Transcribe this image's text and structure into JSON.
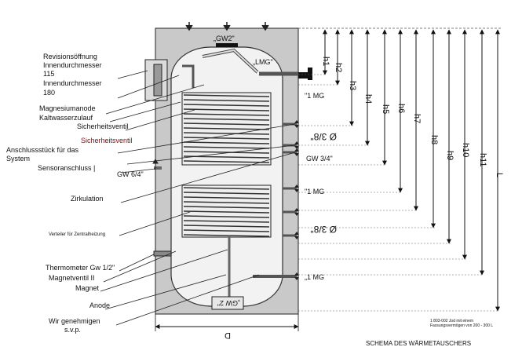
{
  "labels": {
    "revision": "Revisionsöffnung",
    "inner_diam": "Innendurchmesser",
    "val115": "115",
    "inner_diam2": "Innendurchmesser",
    "val180": "180",
    "mg_anode": "Magnesiumanode",
    "cold_water": "Kaltwasserzulauf",
    "safety_valve": "Sicherheitsventil",
    "safety_valve2": "Sicherheitsventil",
    "connector1": "Anschlussstück für das",
    "connector2": "System",
    "sensor": "Sensoranschluss |",
    "zirkulation": "Zirkulation",
    "verteiler": "Verteiler für Zentralheizung",
    "thermometer": "Thermometer Gw 1/2\"",
    "magnetventil": "Magnetventil II",
    "magnet": "Magnet",
    "anode": "Anode",
    "approve1": "Wir genehmigen",
    "approve2": "s.v.p."
  },
  "fittings": {
    "gw2_top": "„GW2\"",
    "lmg": "„LMG\"",
    "mg1": "\"1 MG",
    "d38_1": "Ø 3/8\"",
    "gw34": "GW 3/4\"",
    "gw64": "GW 6/4\"",
    "mg2": "\"1 MG",
    "d38_2": "Ø 3/8\"",
    "mg3": "„1 MG",
    "gw2_bottom": "„GW 2\""
  },
  "dimensions": [
    "h1",
    "h2",
    "h3",
    "h4",
    "h5",
    "h6",
    "h7",
    "h8",
    "h9",
    "h10",
    "h11",
    "L"
  ],
  "diameter": "D",
  "note1": "1 803-002 Jod mit einem",
  "note2": "Fassungsvermögen von 200 - 300 L",
  "title": "SCHEMA DES WÄRMETAUSCHERS"
}
